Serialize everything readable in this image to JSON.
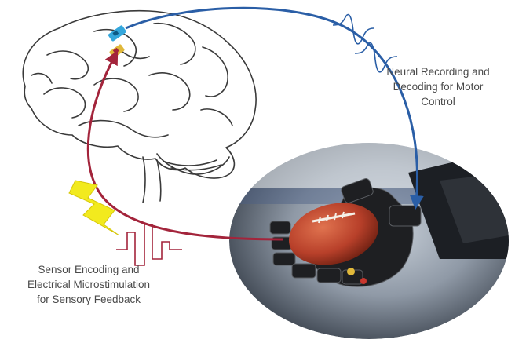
{
  "motor_caption": {
    "line1": "Neural Recording and",
    "line2": "Decoding for Motor",
    "line3": "Control"
  },
  "sensory_caption": {
    "line1": "Sensor Encoding and",
    "line2": "Electrical Microstimulation",
    "line3": "for Sensory Feedback"
  },
  "colors": {
    "motor_path": "#2a5ea6",
    "sensory_path": "#a3243b",
    "lightning": "#f2ea1e",
    "brain_outline": "#3a3a3a",
    "recording_electrode": "#35a7dc",
    "stim_electrode": "#e0b83a",
    "football": "#b8402a"
  },
  "icons": {
    "brain": "brain-illustration",
    "hand": "robotic-hand-photo",
    "lightning": "lightning-bolt-icon",
    "spikes": "neural-spike-waveforms",
    "pulses": "stimulation-pulse-train"
  }
}
